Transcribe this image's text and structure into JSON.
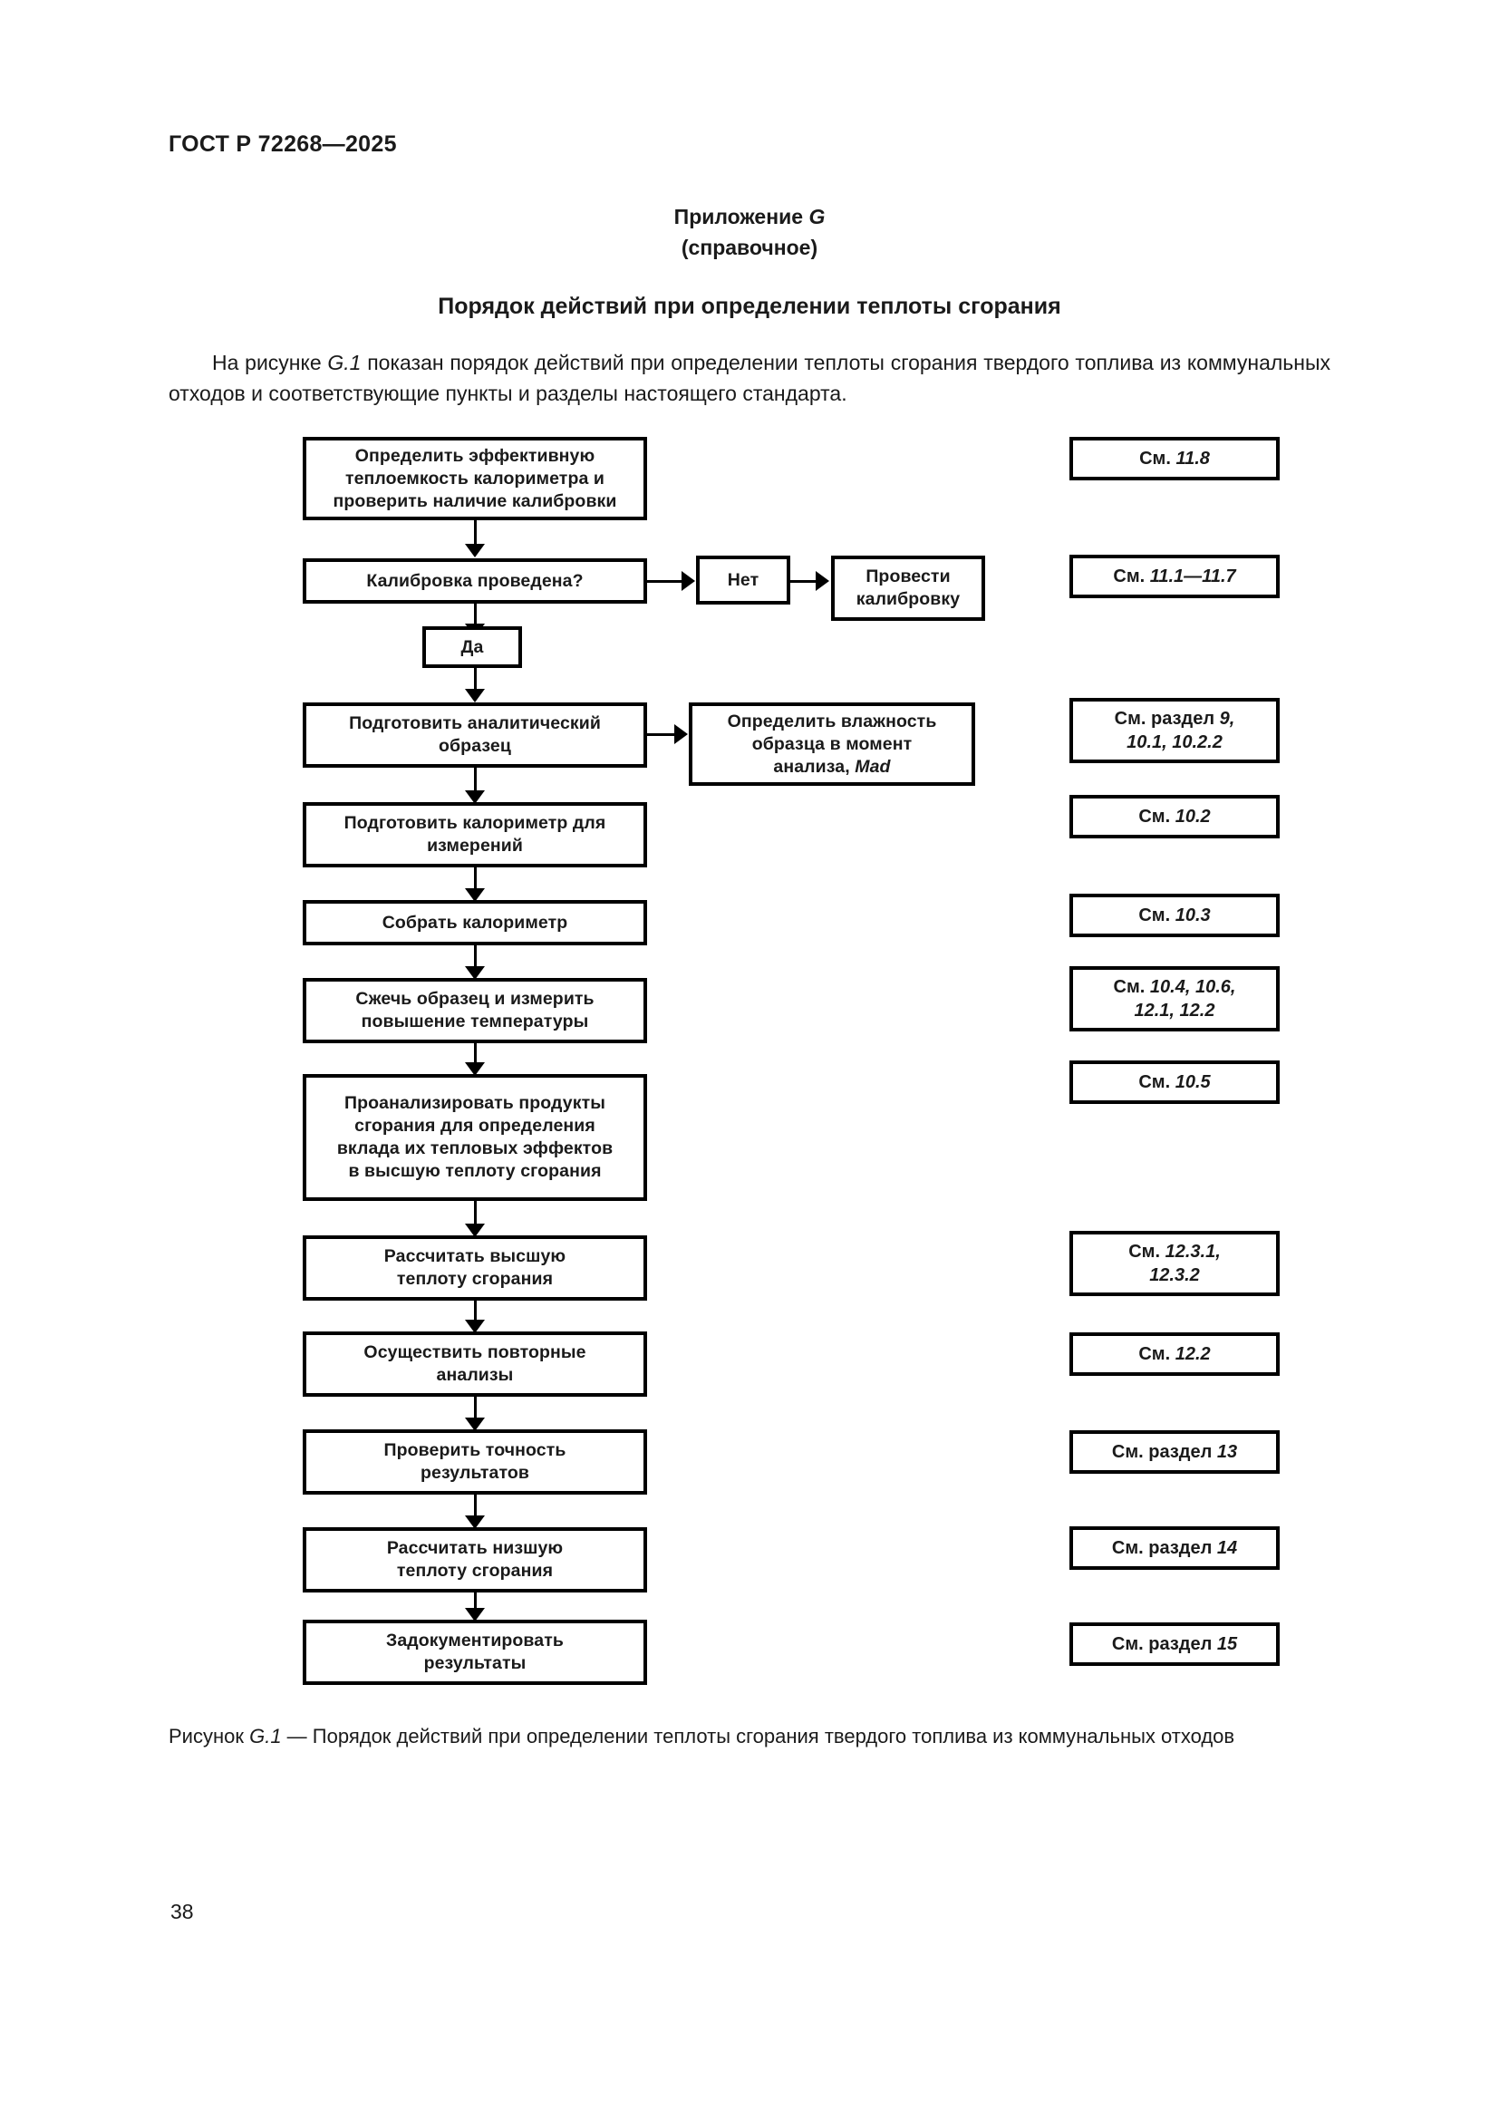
{
  "document": {
    "header": "ГОСТ Р 72268—2025",
    "page_number": "38"
  },
  "annex": {
    "label_prefix": "Приложение ",
    "label_letter": "G",
    "kind": "(справочное)",
    "title": "Порядок действий при определении теплоты сгорания"
  },
  "intro": {
    "part1": "На рисунке ",
    "figure_ref": "G.1",
    "part2": " показан порядок действий при определении теплоты сгорания твердого топлива из коммунальных отходов и соответствующие пункты и разделы настоящего стандарта."
  },
  "flowchart": {
    "steps": [
      {
        "id": "determine-heat-capacity",
        "lines": [
          "Определить эффективную",
          "теплоемкость калориметра и",
          "проверить наличие калибровки"
        ]
      },
      {
        "id": "calibration-done",
        "lines": [
          "Калибровка проведена?"
        ]
      },
      {
        "id": "answer-no",
        "lines": [
          "Нет"
        ]
      },
      {
        "id": "perform-calibration",
        "lines": [
          "Провести",
          "калибровку"
        ]
      },
      {
        "id": "answer-yes",
        "lines": [
          "Да"
        ]
      },
      {
        "id": "prepare-sample",
        "lines": [
          "Подготовить аналитический",
          "образец"
        ]
      },
      {
        "id": "determine-moisture",
        "lines": [
          "Определить влажность",
          "образца в момент",
          "анализа, "
        ],
        "italic_tail": "Mad"
      },
      {
        "id": "prepare-calorimeter",
        "lines": [
          "Подготовить калориметр для",
          "измерений"
        ]
      },
      {
        "id": "assemble-calorimeter",
        "lines": [
          "Собрать калориметр"
        ]
      },
      {
        "id": "burn-sample",
        "lines": [
          "Сжечь образец и измерить",
          "повышение температуры"
        ]
      },
      {
        "id": "analyze-products",
        "lines": [
          "Проанализировать продукты",
          "сгорания для определения",
          "вклада их тепловых эффектов",
          "в высшую теплоту сгорания"
        ]
      },
      {
        "id": "calc-gross-cv",
        "lines": [
          "Рассчитать высшую",
          "теплоту сгорания"
        ]
      },
      {
        "id": "repeat-analyses",
        "lines": [
          "Осуществить повторные",
          "анализы"
        ]
      },
      {
        "id": "check-precision",
        "lines": [
          "Проверить точность",
          "результатов"
        ]
      },
      {
        "id": "calc-net-cv",
        "lines": [
          "Рассчитать низшую",
          "теплоту сгорания"
        ]
      },
      {
        "id": "document-results",
        "lines": [
          "Задокументировать",
          "результаты"
        ]
      }
    ],
    "references": [
      {
        "id": "ref-11-8",
        "prefix": "См. ",
        "value": "11.8",
        "second_line": ""
      },
      {
        "id": "ref-11-1-7",
        "prefix": "См. ",
        "value": "11.1—11.7",
        "second_line": ""
      },
      {
        "id": "ref-9-10",
        "prefix": "См. раздел ",
        "value": "9,",
        "second_line": "10.1, 10.2.2"
      },
      {
        "id": "ref-10-2",
        "prefix": "См. ",
        "value": "10.2",
        "second_line": ""
      },
      {
        "id": "ref-10-3",
        "prefix": "См. ",
        "value": "10.3",
        "second_line": ""
      },
      {
        "id": "ref-10-4",
        "prefix": "См. ",
        "value": "10.4, 10.6,",
        "second_line": "12.1, 12.2"
      },
      {
        "id": "ref-10-5",
        "prefix": "См. ",
        "value": "10.5",
        "second_line": ""
      },
      {
        "id": "ref-12-3",
        "prefix": "См. ",
        "value": "12.3.1,",
        "second_line": "12.3.2"
      },
      {
        "id": "ref-12-2",
        "prefix": "См. ",
        "value": "12.2",
        "second_line": ""
      },
      {
        "id": "ref-13",
        "prefix": "См. раздел ",
        "value": "13",
        "second_line": ""
      },
      {
        "id": "ref-14",
        "prefix": "См. раздел ",
        "value": "14",
        "second_line": ""
      },
      {
        "id": "ref-15",
        "prefix": "См. раздел ",
        "value": "15",
        "second_line": ""
      }
    ]
  },
  "caption": {
    "prefix": "Рисунок ",
    "figure_ref": "G.1",
    "text": " — Порядок действий при определении теплоты сгорания твердого топлива из коммунальных отходов"
  },
  "colors": {
    "ink": "#1a1a1a",
    "line": "#000000",
    "background": "#ffffff"
  }
}
